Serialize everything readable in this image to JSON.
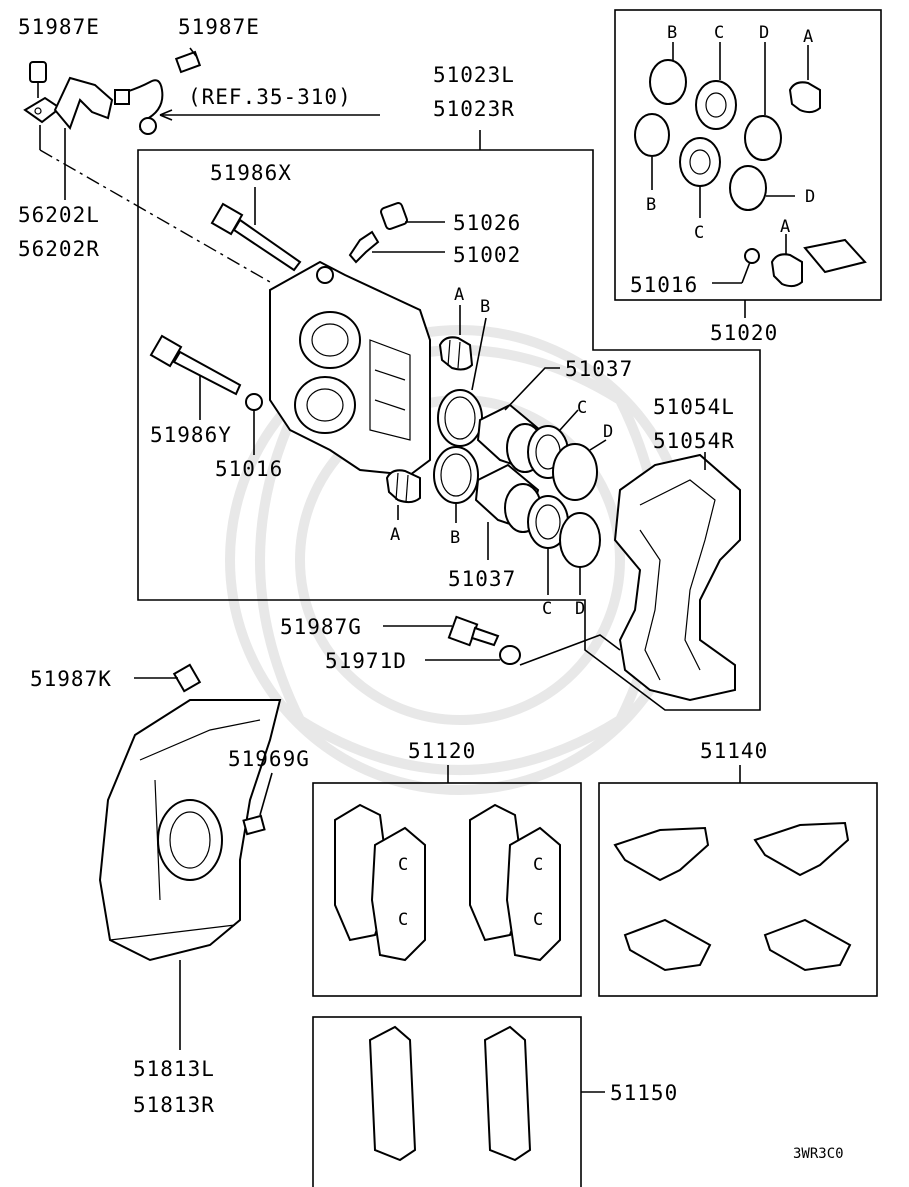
{
  "labels": {
    "p51987E_a": "51987E",
    "p51987E_b": "51987E",
    "ref": "(REF.35-310)",
    "p51023L": "51023L",
    "p51023R": "51023R",
    "p56202L": "56202L",
    "p56202R": "56202R",
    "p51986X": "51986X",
    "p51026": "51026",
    "p51002": "51002",
    "p51986Y": "51986Y",
    "p51016_a": "51016",
    "p51016_b": "51016",
    "p51037_a": "51037",
    "p51037_b": "51037",
    "p51054L": "51054L",
    "p51054R": "51054R",
    "p51020": "51020",
    "p51987G": "51987G",
    "p51971D": "51971D",
    "p51987K": "51987K",
    "p51969G": "51969G",
    "p51120": "51120",
    "p51140": "51140",
    "p51150": "51150",
    "p51813L": "51813L",
    "p51813R": "51813R",
    "code": "3WR3C0"
  },
  "letters": {
    "A": "A",
    "B": "B",
    "C": "C",
    "D": "D"
  }
}
